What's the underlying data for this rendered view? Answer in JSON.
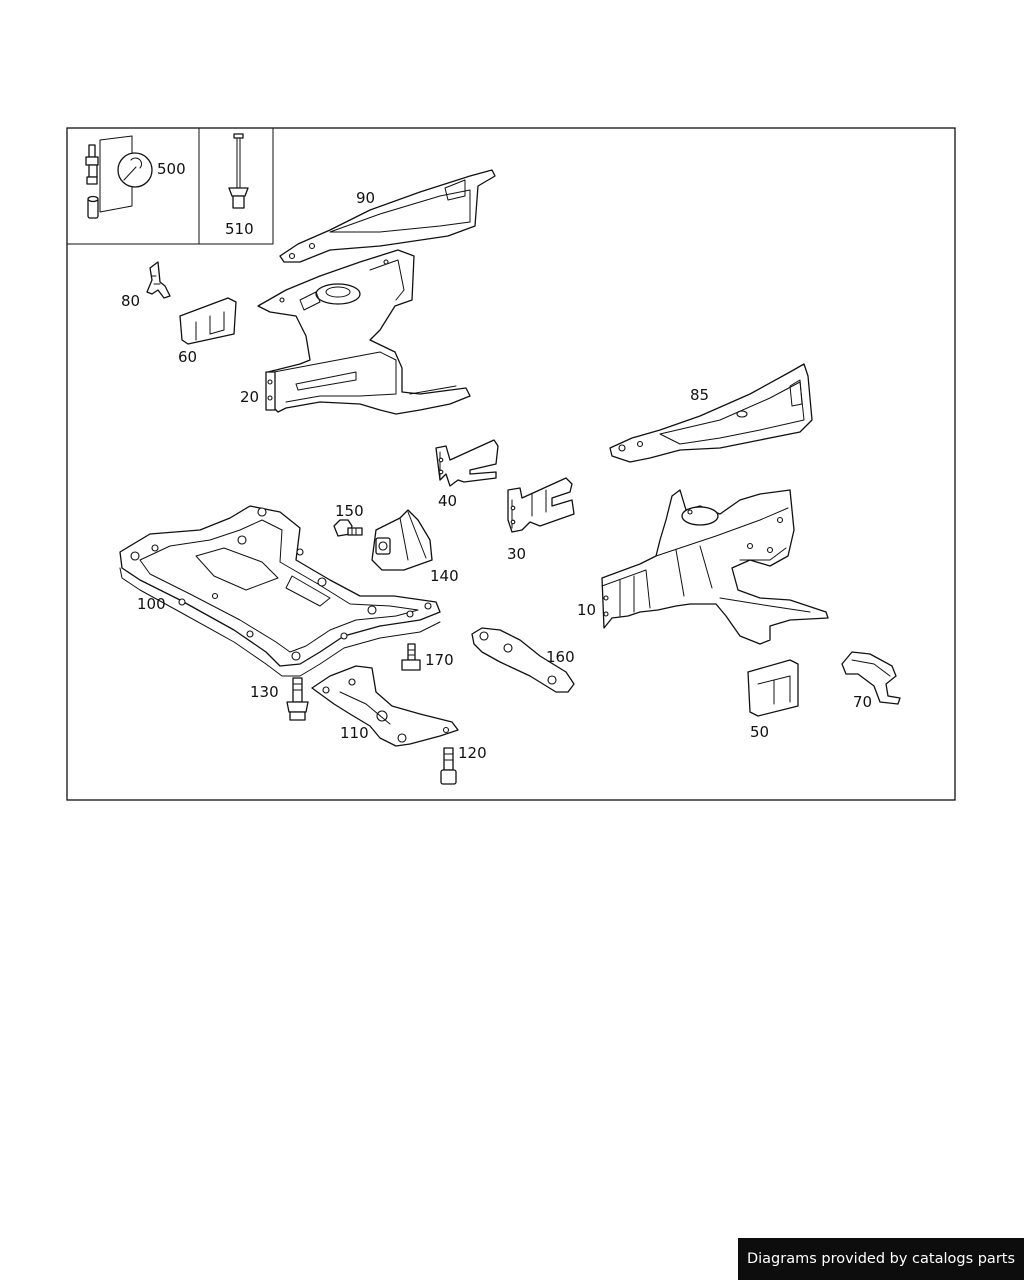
{
  "diagram": {
    "labels": {
      "p500": "500",
      "p510": "510",
      "p90": "90",
      "p80": "80",
      "p60": "60",
      "p20": "20",
      "p85": "85",
      "p40": "40",
      "p30": "30",
      "p150": "150",
      "p140": "140",
      "p100": "100",
      "p10": "10",
      "p170": "170",
      "p160": "160",
      "p130": "130",
      "p110": "110",
      "p120": "120",
      "p50": "50",
      "p70": "70"
    }
  },
  "footer": {
    "text": "Diagrams provided by catalogs parts"
  }
}
